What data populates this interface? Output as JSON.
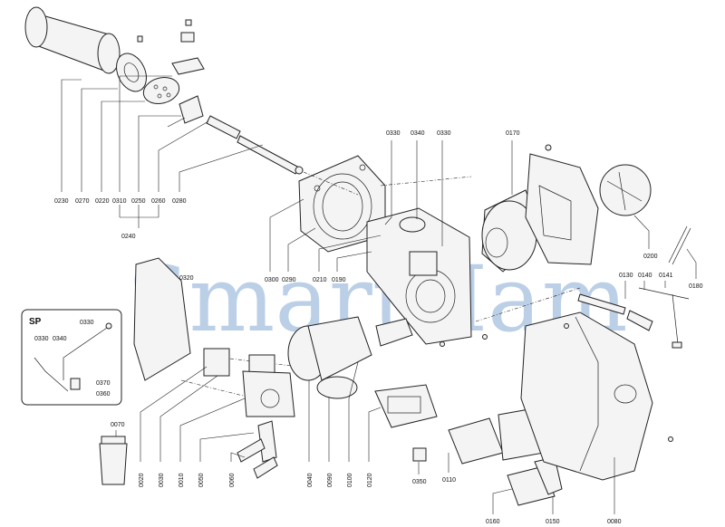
{
  "watermark": "SmartHam",
  "inset": {
    "title": "SP",
    "labels": [
      "0330",
      "0340",
      "0330",
      "0370",
      "0360"
    ]
  },
  "labels": {
    "l0230": "0230",
    "l0270": "0270",
    "l0220": "0220",
    "l0310": "0310",
    "l0250": "0250",
    "l0260": "0260",
    "l0280": "0280",
    "l0240": "0240",
    "l0330a": "0330",
    "l0340": "0340",
    "l0330b": "0330",
    "l0170": "0170",
    "l0320": "0320",
    "l0300": "0300",
    "l0290": "0290",
    "l0210": "0210",
    "l0190": "0190",
    "l0200": "0200",
    "l0130": "0130",
    "l0140": "0140",
    "l0141": "0141",
    "l0180": "0180",
    "l0070": "0070",
    "l0020": "0020",
    "l0030": "0030",
    "l0010": "0010",
    "l0050": "0050",
    "l0060": "0060",
    "l0040": "0040",
    "l0090": "0090",
    "l0100": "0100",
    "l0120": "0120",
    "l0350": "0350",
    "l0110": "0110",
    "l0160": "0160",
    "l0150": "0150",
    "l0080": "0080"
  },
  "colors": {
    "line": "#222222",
    "watermark": "#9fbcdd",
    "background": "#ffffff"
  }
}
